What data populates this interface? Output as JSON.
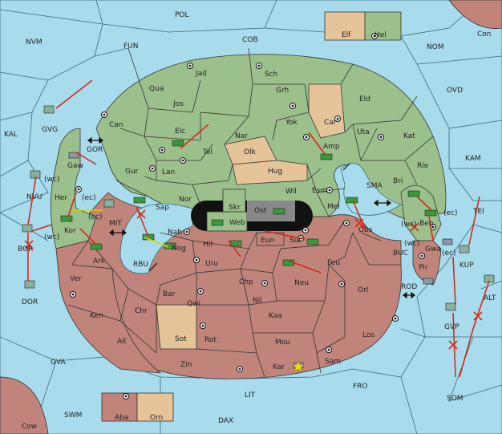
{
  "colors": {
    "sea": "#a8dcec",
    "green_power": "#9cc08c",
    "red_power": "#c0847a",
    "neutral": "#e6c49a",
    "order_arrow": "#d42a1a",
    "support_arrow": "#d8d800"
  },
  "labels": {
    "POL": "POL",
    "NVM": "NVM",
    "FUN": "FUN",
    "COB": "COB",
    "Elf": "Elf",
    "Hel": "Hel",
    "Con": "Con",
    "NOM": "NOM",
    "OVD": "OVD",
    "KAL": "KAL",
    "GVG": "GVG",
    "GOR": "GOR",
    "Gaw": "Gaw",
    "wc1": "(wc)",
    "NVU": "NVU",
    "Her": "Her",
    "ec1": "(ec)",
    "ec2": "(ec)",
    "Kor": "Kor",
    "wc2": "(wc)",
    "BOR": "BOR",
    "DOR": "DOR",
    "MIT": "MIT",
    "Ark": "Ark",
    "RBU": "RBU",
    "Ver": "Ver",
    "Ken": "Ken",
    "Chr": "Chr",
    "Ail": "Ail",
    "GVA": "GVA",
    "SWM": "SWM",
    "Cow": "Cow",
    "Aba": "Aba",
    "Orn": "Orn",
    "DAX": "DAX",
    "LIT": "LIT",
    "FRO": "FRO",
    "SOM": "SOM",
    "GVP": "GVP",
    "ALT": "ALT",
    "KUP": "KUP",
    "TEI": "TEI",
    "KAM": "KAM",
    "ROD": "ROD",
    "BUC": "BUC",
    "Pir": "Pir",
    "wc3": "(wc)",
    "ec3": "(ec)",
    "Gwa": "Gwa",
    "Ben": "Ben",
    "wc4": "(wc)",
    "ec4": "(ec)",
    "Bri": "Bri",
    "Rie": "Rie",
    "Kat": "Kat",
    "Uta": "Uta",
    "Eld": "Eld",
    "Car": "Car",
    "Yok": "Yok",
    "Grh": "Grh",
    "Sch": "Sch",
    "Jad": "Jad",
    "Qua": "Qua",
    "Jos": "Jos",
    "Can": "Can",
    "Elc": "Elc",
    "Tel": "Tel",
    "Nar": "Nar",
    "Olk": "Olk",
    "Amp": "Amp",
    "Gur": "Gur",
    "Lan": "Lan",
    "Hug": "Hug",
    "Wil": "Wil",
    "Esm": "Esm",
    "SMA": "SMA",
    "Nor": "Nor",
    "Sap": "Sap",
    "Skr": "Skr",
    "Ost": "Ost",
    "Web": "Web",
    "Mel": "Mel",
    "Obs": "Obs",
    "Nab": "Nab",
    "Nog": "Nog",
    "Eun": "Eun",
    "Sur": "Sur",
    "Hil": "Hil",
    "Uru": "Uru",
    "Feu": "Feu",
    "Chp": "Chp",
    "Neu": "Neu",
    "Orl": "Orl",
    "Bar": "Bar",
    "Qwi": "Qwi",
    "Nil": "Nil",
    "Kaa": "Kaa",
    "Los": "Los",
    "Sot": "Sot",
    "Rot": "Rot",
    "Mou": "Mou",
    "Zin": "Zin",
    "Kar": "Kar",
    "Sam": "Sam"
  }
}
